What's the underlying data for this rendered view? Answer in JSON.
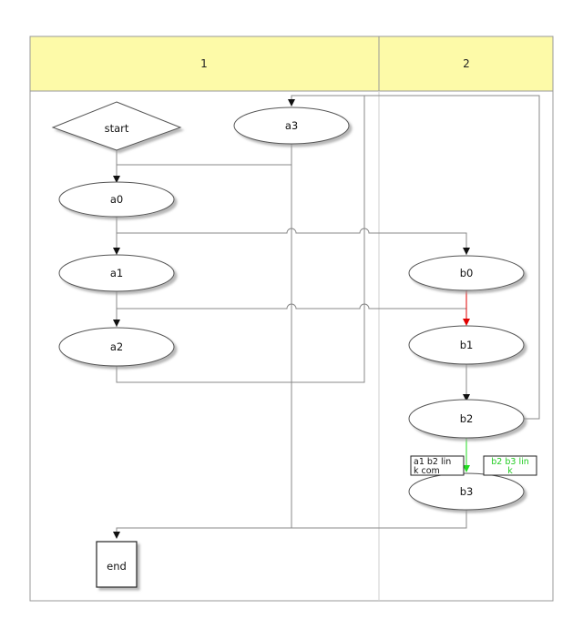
{
  "lanes": [
    {
      "id": "lane-1",
      "label": "1"
    },
    {
      "id": "lane-2",
      "label": "2"
    }
  ],
  "colors": {
    "header_fill": "#fdfaa8",
    "header_border": "#999999",
    "normal_link": "#888888",
    "red_link": "#e00000",
    "green_link": "#22dd22",
    "shape_fill": "#ffffff",
    "shape_stroke": "#555555",
    "shadow": "#b8b8b8"
  },
  "nodes": {
    "start": "start",
    "a3": "a3",
    "a0": "a0",
    "a1": "a1",
    "a2": "a2",
    "b0": "b0",
    "b1": "b1",
    "b2": "b2",
    "b3": "b3",
    "end": "end"
  },
  "notes": {
    "a1_b2": [
      "a1 b2 lin",
      "k com"
    ],
    "b2_b3": [
      "b2 b3 lin",
      "k"
    ]
  }
}
